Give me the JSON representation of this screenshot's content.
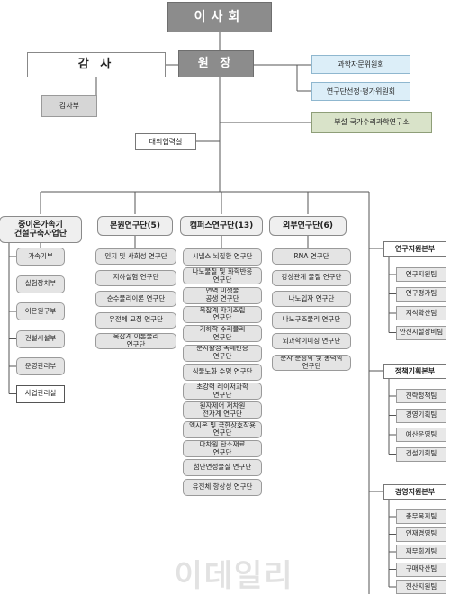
{
  "top": "이사회",
  "director": "원 장",
  "auditor": "감 사",
  "audit_office": "감사부",
  "committees": [
    "과학자문위원회",
    "연구단선정·평가위원회"
  ],
  "affiliated": "부설 국가수리과학연구소",
  "external_cooperation": "대외협력실",
  "divisions": [
    {
      "name": "중이온가속기\n건설구축사업단",
      "units": [
        "가속기부",
        "실험장치부",
        "이온원구부",
        "건설시설부",
        "운영관리부",
        "사업관리실"
      ]
    },
    {
      "name": "본원연구단(5)",
      "units": [
        "인지 및 사회성 연구단",
        "지하실험 연구단",
        "순수물리이론 연구단",
        "유전체 교정 연구단",
        "복잡계 이론물리\n연구단"
      ]
    },
    {
      "name": "캠퍼스연구단(13)",
      "units": [
        "시냅스 뇌질환 연구단",
        "나노물질 및 화학반응\n연구단",
        "면역 미생물\n공생 연구단",
        "복잡계 자기조립\n연구단",
        "기하학 수리물리\n연구단",
        "분자활성 촉매반응\n연구단",
        "식물노화 수명 연구단",
        "초강력 레이저과학\n연구단",
        "원자제어 저차원\n전자계 연구단",
        "액시온 및 극한상호작용\n연구단",
        "다차원 탄소재료\n연구단",
        "첨단연성물질 연구단",
        "유전체 항상성 연구단"
      ]
    },
    {
      "name": "외부연구단(6)",
      "units": [
        "RNA 연구단",
        "강상관계 물질 연구단",
        "나노입자 연구단",
        "나노구조물리 연구단",
        "뇌과학이미징 연구단",
        "분자 분광학 및 동력학\n연구단"
      ]
    }
  ],
  "support": [
    {
      "name": "연구지원본부",
      "units": [
        "연구지원팀",
        "연구평가팀",
        "지식확산팀",
        "안전시설장비팀"
      ]
    },
    {
      "name": "정책기획본부",
      "units": [
        "전략정책팀",
        "경영기획팀",
        "예산운영팀",
        "건설기획팀"
      ]
    },
    {
      "name": "경영지원본부",
      "units": [
        "총무복지팀",
        "인재경영팀",
        "재무회계팀",
        "구매자산팀",
        "전산지원팀"
      ]
    }
  ],
  "watermark": "이데일리"
}
